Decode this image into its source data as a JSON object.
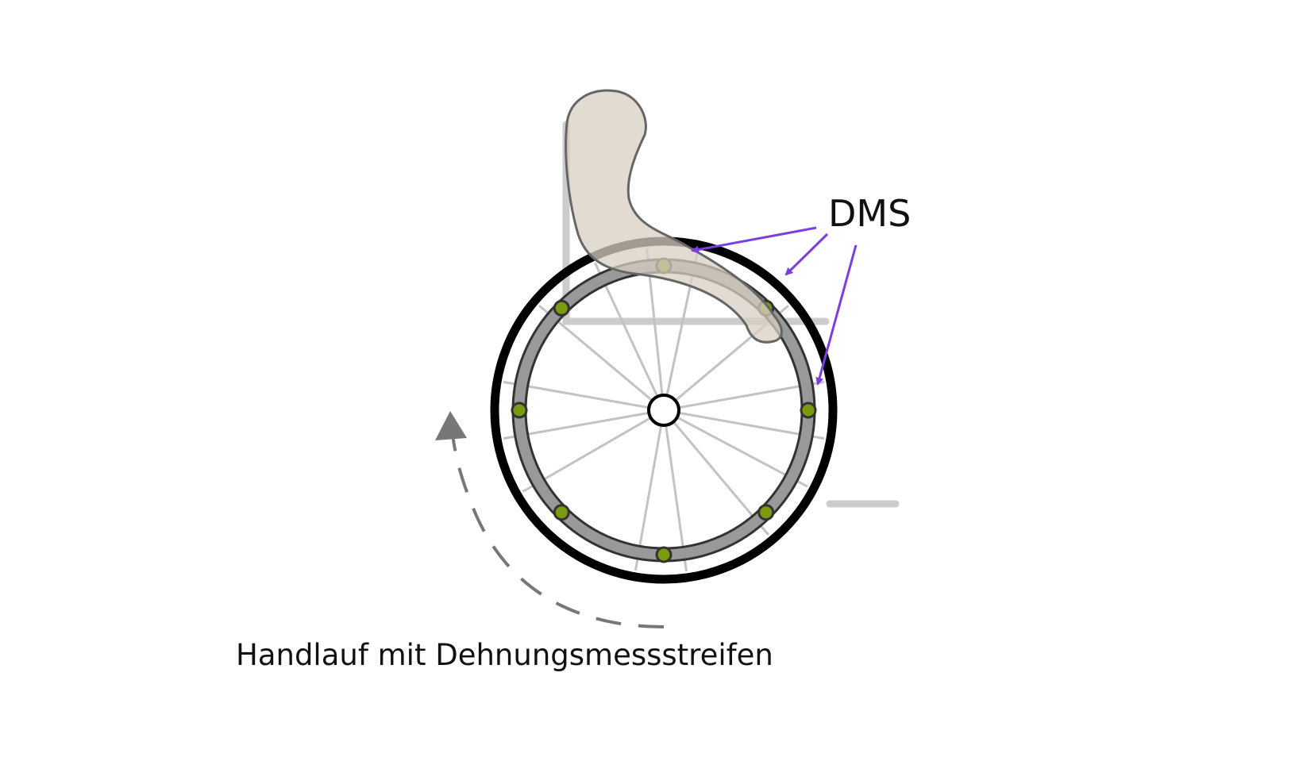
{
  "labels": {
    "sensor_label": "DMS",
    "caption": "Handlauf mit Dehnungsmessstreifen"
  },
  "colors": {
    "background": "#ffffff",
    "tire": "#000000",
    "handrim": "#999999",
    "spokes": "#c3c3c3",
    "frame": "#cccccc",
    "hand": "#d8cfc2",
    "sensor_dots": "#7a9a10",
    "arrows": "#7b3fe0",
    "rotation_arrow": "#777777"
  },
  "icons": {
    "hand": "hand-gripping-rim-icon",
    "rotation": "curved-dashed-arrow-icon"
  },
  "sensor_count": 8
}
